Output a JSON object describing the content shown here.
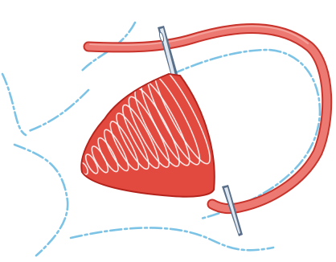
{
  "illustration": {
    "subject": "",
    "colors": {
      "background": "#ffffff",
      "fabric_line": "#7cc3e6",
      "thread": "#e8685f",
      "thread_outline": "#c8332b",
      "coil": "#e24a40",
      "coil_dark": "#b5241c",
      "needle": "#5a6f8a",
      "needle_light": "#dfe7f0"
    },
    "icons": [
      "fabric-outline",
      "thread-strand",
      "coiled-wrap",
      "needle-top",
      "needle-bottom"
    ]
  }
}
